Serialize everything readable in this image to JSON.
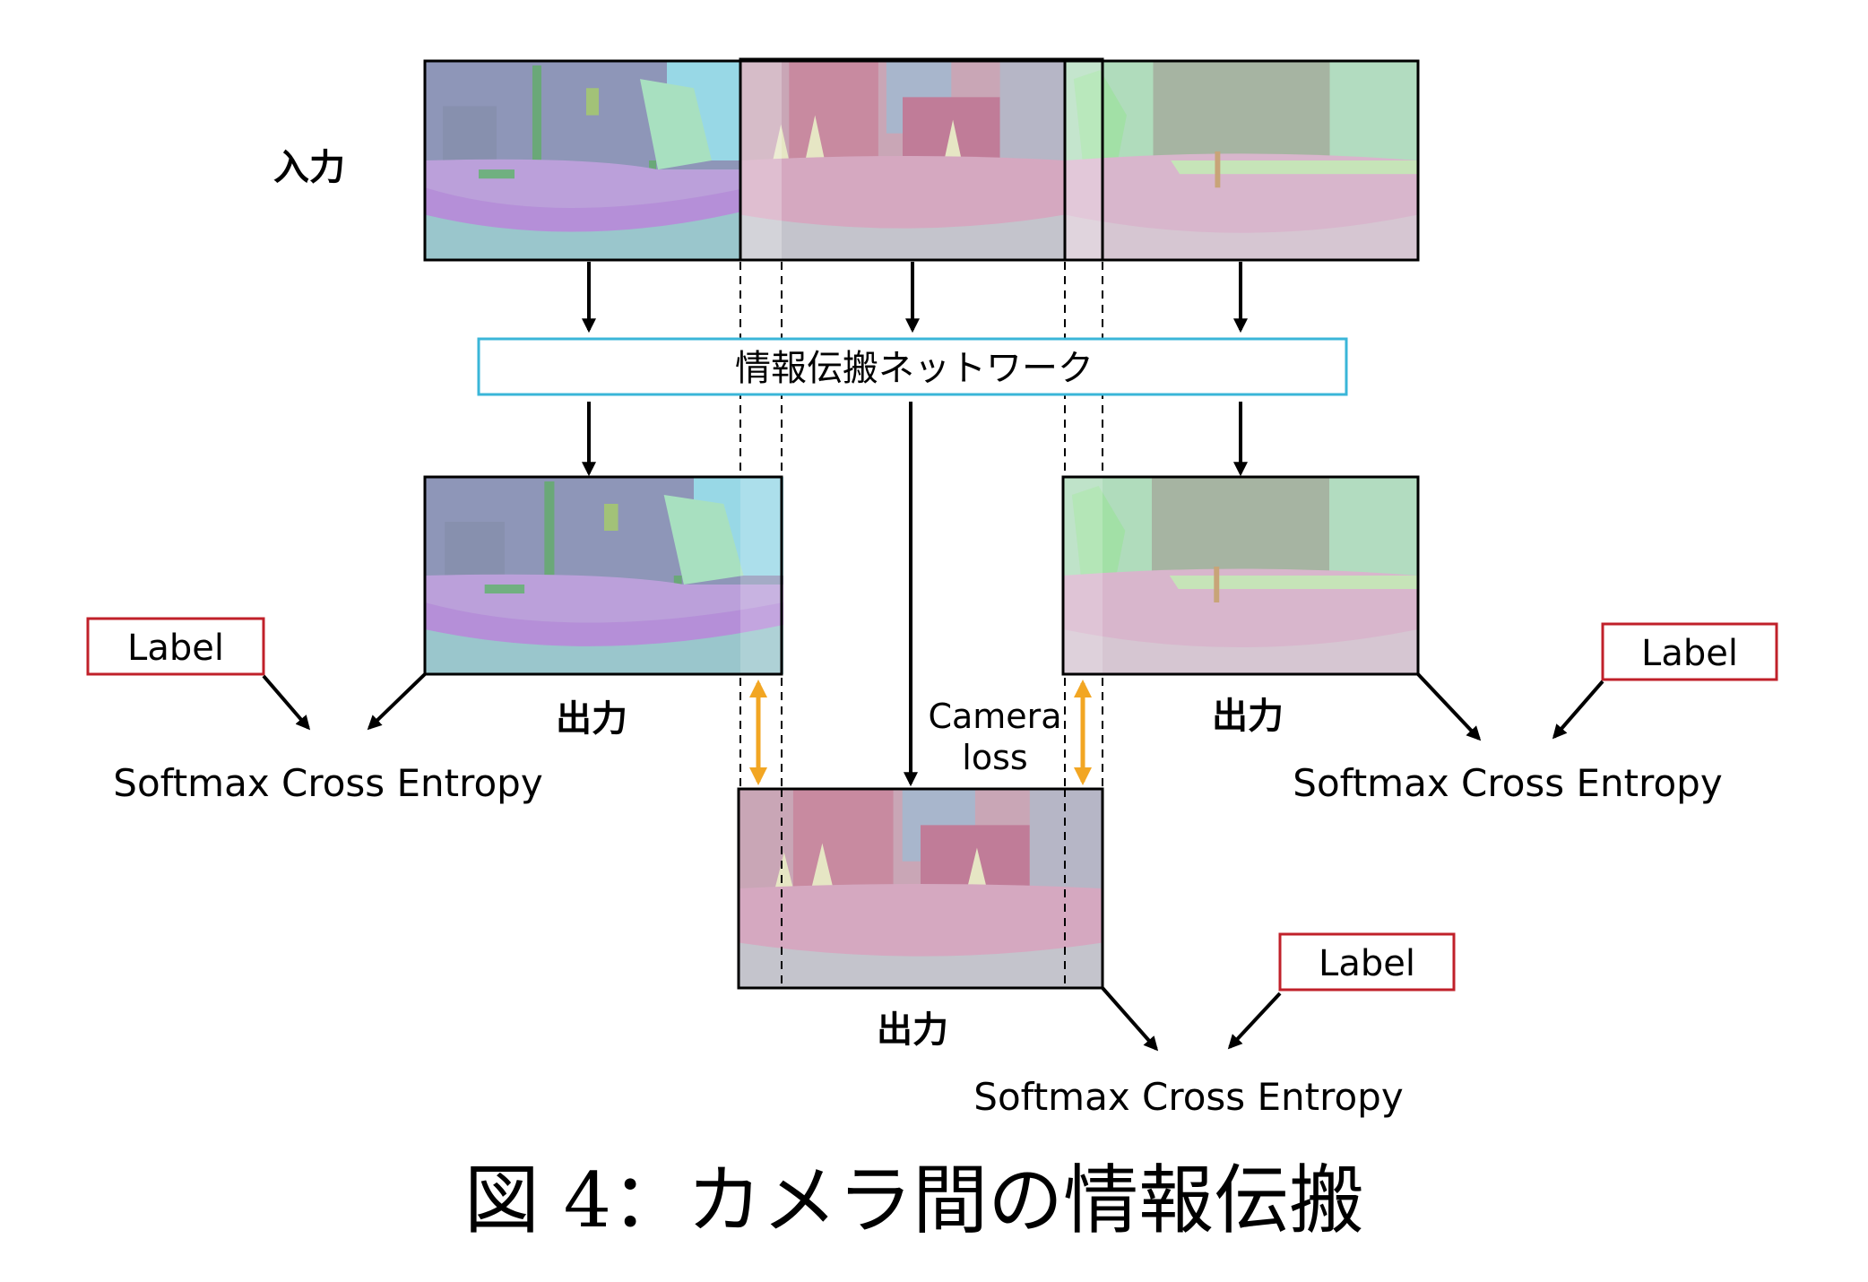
{
  "input_label": "入力",
  "network_label": "情報伝搬ネットワーク",
  "output_label_left": "出力",
  "output_label_right": "出力",
  "output_label_center": "出力",
  "camera_loss_line1": "Camera",
  "camera_loss_line2": "loss",
  "label_left": "Label",
  "label_right": "Label",
  "label_center": "Label",
  "loss_left": "Softmax Cross Entropy",
  "loss_right": "Softmax Cross Entropy",
  "loss_center": "Softmax Cross Entropy",
  "caption": "図 4：カメラ間の情報伝搬",
  "colors": {
    "network_border": "#3ab6d8",
    "label_border": "#c0202a",
    "camera_loss_arrow": "#f2a623",
    "stroke": "#000000"
  }
}
